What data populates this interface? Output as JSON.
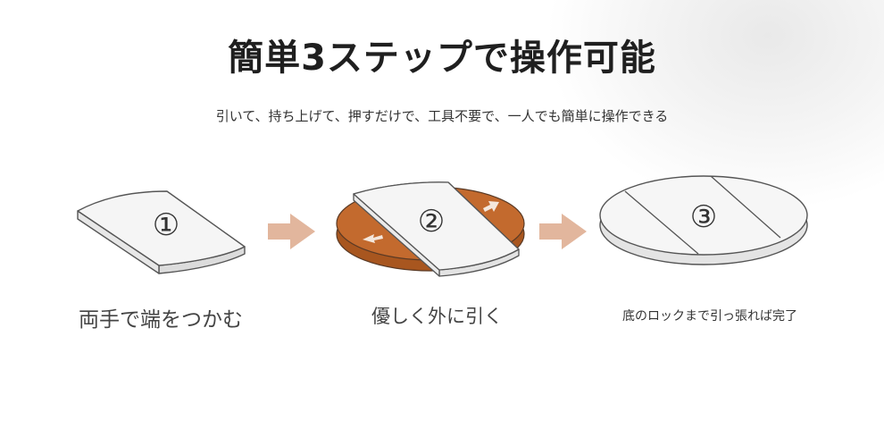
{
  "title": "簡単3ステップで操作可能",
  "subtitle": "引いて、持ち上げて、押すだけで、工具不要で、一人でも簡単に操作できる",
  "steps": [
    {
      "number": "①",
      "caption": "両手で端をつかむ"
    },
    {
      "number": "②",
      "caption": "優しく外に引く"
    },
    {
      "number": "③",
      "caption": "底のロックまで引っ張れば完了"
    }
  ],
  "colors": {
    "arrow": "#e2b69d",
    "wood_top": "#c36a2e",
    "wood_side": "#a8561f",
    "panel_fill": "#f5f5f5",
    "outline": "#555555"
  }
}
